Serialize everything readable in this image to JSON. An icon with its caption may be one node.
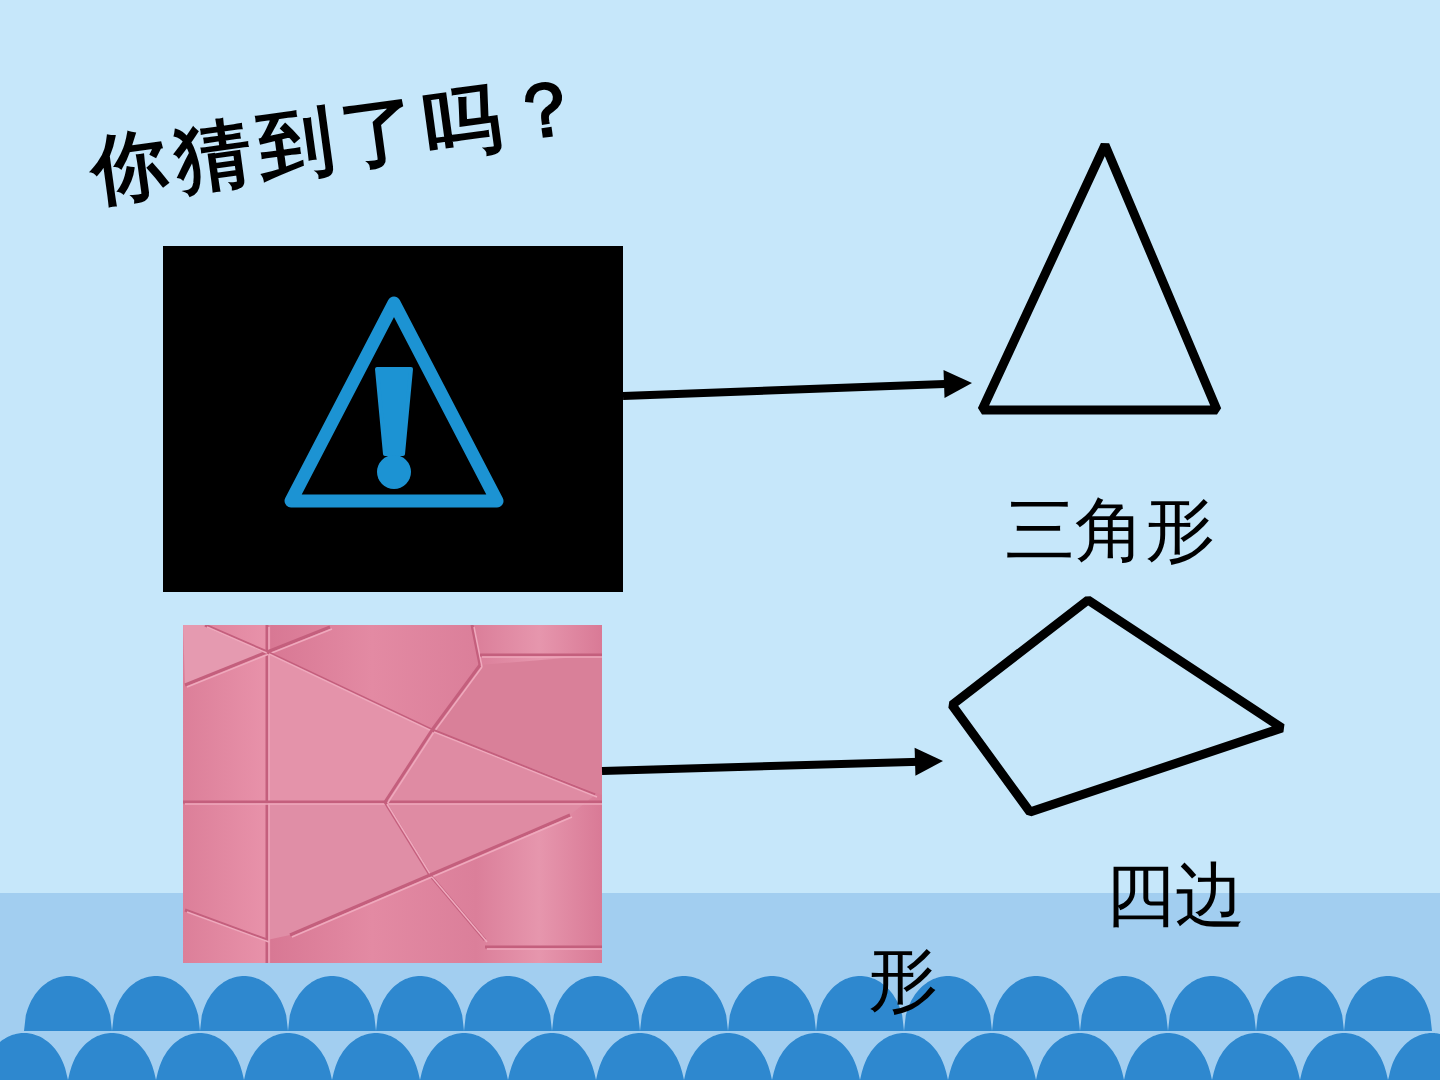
{
  "diagram": {
    "title": "你猜到了吗？",
    "nodes": [
      {
        "text": [],
        "shape": "picture"
      },
      {
        "text": [],
        "shape": "triangle"
      },
      {
        "text": [],
        "shape": "picture"
      },
      {
        "text": [],
        "shape": "quadrilateral",
        "beside": [
          "四边形"
        ]
      }
    ],
    "edges": [
      {
        "from": 0,
        "to": 1,
        "arrow": "to"
      },
      {
        "from": 2,
        "to": 3,
        "arrow": "to"
      }
    ],
    "labels": [
      "三角形"
    ]
  }
}
